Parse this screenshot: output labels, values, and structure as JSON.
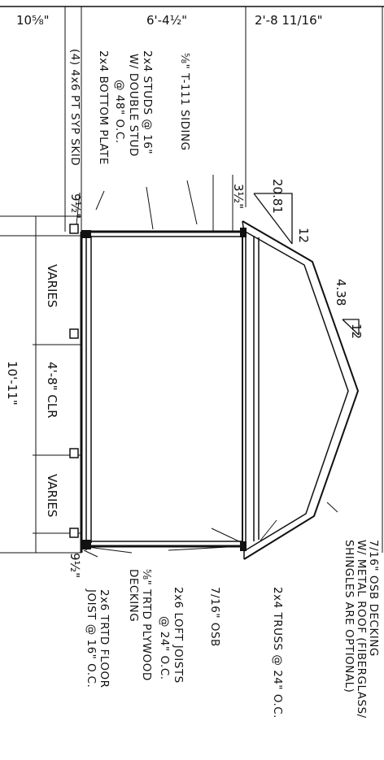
{
  "dimensions": {
    "top_left": "10⅝\"",
    "top_center": "6'-4½\"",
    "top_right": "2'-8 11/16\"",
    "siding_gap": "3½\"",
    "skid_top": "9½\"",
    "skid_bottom": "9½\"",
    "varies_1": "VARIES",
    "clear_span": "4'-8\" CLR",
    "varies_2": "VARIES",
    "overall_width": "10'-11\""
  },
  "pitches": {
    "lower_slope": "20.81",
    "lower_run": "12",
    "upper_slope": "4.38",
    "upper_run": "12"
  },
  "callouts_left": {
    "siding": "⅝\" T-111 SIDING",
    "studs_1": "2x4 STUDS @ 16\"",
    "studs_2": "W/ DOUBLE STUD",
    "studs_3": "@ 48\" O.C.",
    "bottom_plate": "2x4 BOTTOM PLATE",
    "skid": "(4) 4x6 PT SYP SKID"
  },
  "callouts_right": {
    "roof_1": "7/16\" OSB DECKING",
    "roof_2": "W/ METAL ROOF (FIBERGLASS/",
    "roof_3": "SHINGLES ARE OPTIONAL)",
    "truss": "2x4 TRUSS @ 24\" O.C.",
    "osb": "7/16\" OSB",
    "loft_1": "2x6 LOFT JOISTS",
    "loft_2": "@ 24\" O.C.",
    "plywood_1": "⅝\" TRTD PLYWOOD",
    "plywood_2": "DECKING",
    "floor_1": "2x6 TRTD FLOOR",
    "floor_2": "JOIST @ 16\" O.C."
  }
}
